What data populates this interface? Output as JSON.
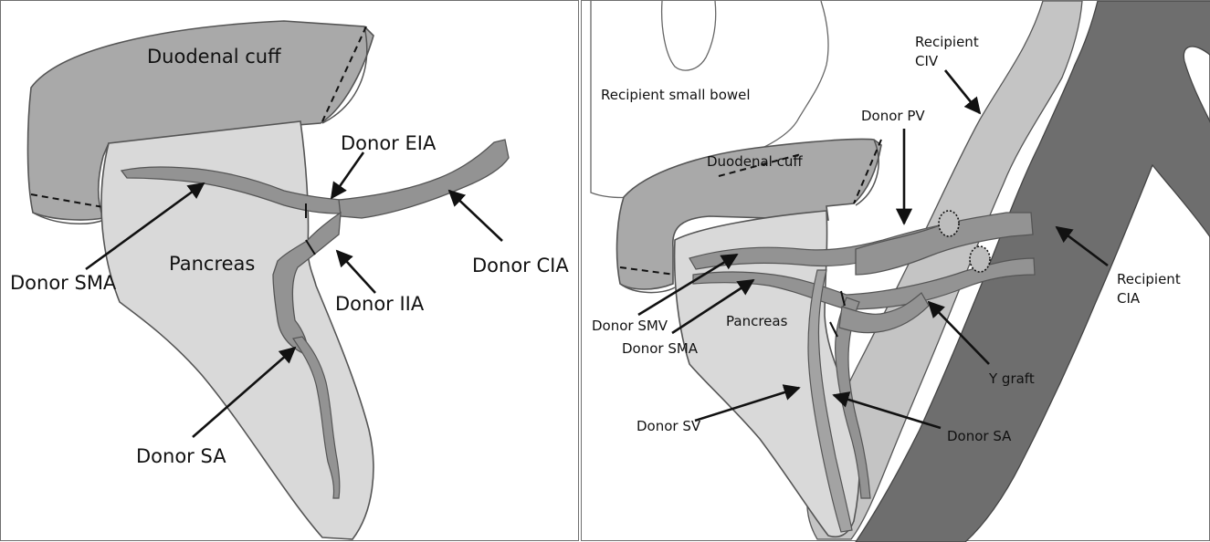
{
  "colors": {
    "duodenum": "#a9a9a9",
    "pancreas": "#d9d9d9",
    "donor_vessel": "#939393",
    "recipient_vein": "#c4c4c4",
    "recipient_artery": "#6e6e6e",
    "outline": "#555555",
    "text": "#111111"
  },
  "left_panel": {
    "labels": {
      "duodenal_cuff": "Duodenal cuff",
      "pancreas": "Pancreas",
      "donor_eia": "Donor EIA",
      "donor_cia": "Donor CIA",
      "donor_sma": "Donor SMA",
      "donor_iia": "Donor IIA",
      "donor_sa": "Donor SA"
    }
  },
  "right_panel": {
    "labels": {
      "recipient_small_bowel": "Recipient small bowel",
      "recipient_civ_line1": "Recipient",
      "recipient_civ_line2": "CIV",
      "donor_pv": "Donor PV",
      "duodenal_cuff": "Duodenal cuff",
      "recipient_cia_line1": "Recipient",
      "recipient_cia_line2": "CIA",
      "donor_smv": "Donor SMV",
      "pancreas": "Pancreas",
      "donor_sma": "Donor SMA",
      "y_graft": "Y graft",
      "donor_sv": "Donor SV",
      "donor_sa": "Donor SA"
    }
  }
}
